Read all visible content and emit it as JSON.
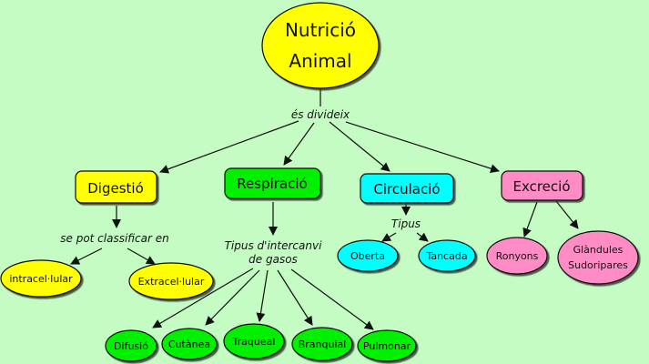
{
  "colors": {
    "background": "#c4fcc4",
    "yellow": "#ffff00",
    "green": "#00f000",
    "cyan": "#00ffff",
    "pink": "#ff8cc4",
    "outline": "#111111"
  },
  "root": {
    "line1": "Nutrició",
    "line2": "Animal"
  },
  "links": {
    "root": "és divideix",
    "digestio": "se pot classificar en",
    "respiracio_1": "Tipus d'intercanvi",
    "respiracio_2": "de gasos",
    "circulacio": "Tipus"
  },
  "categories": {
    "digestio": "Digestió",
    "respiracio": "Respiració",
    "circulacio": "Circulació",
    "excrecio": "Excreció"
  },
  "leaves": {
    "intracel": "intracel·lular",
    "extracel": "Extracel·lular",
    "difusio": "Difusió",
    "cutanea": "Cutànea",
    "traqueal": "Traqueal",
    "branquial": "Branquial",
    "pulmonar": "Pulmonar",
    "oberta": "Oberta",
    "tancada": "Tancada",
    "ronyons": "Ronyons",
    "glandules_1": "Glàndules",
    "glandules_2": "Sudoripares"
  }
}
